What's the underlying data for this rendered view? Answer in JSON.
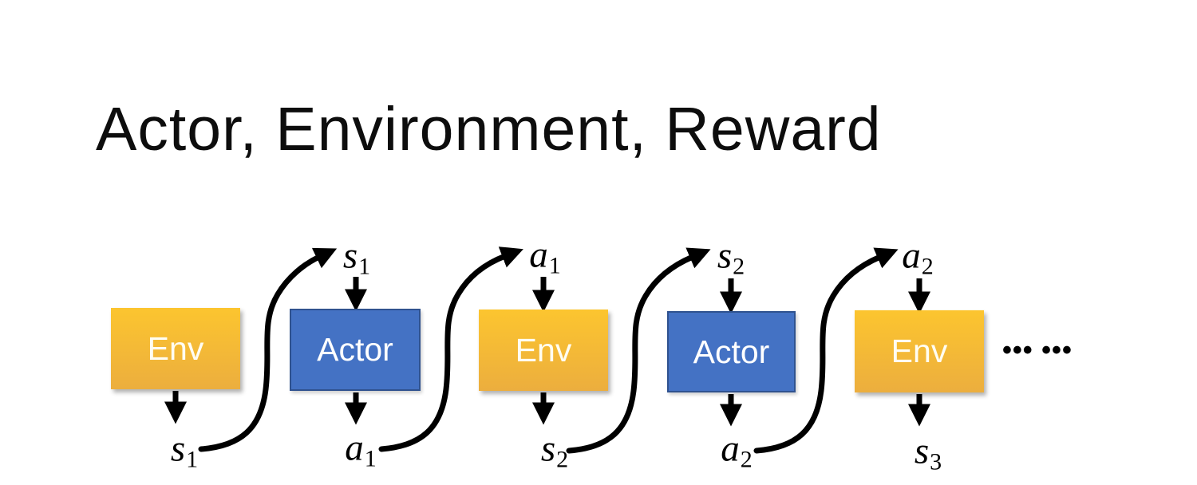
{
  "title": "Actor, Environment, Reward",
  "colors": {
    "env_top": "#FCC52F",
    "env_bottom": "#ECAE3E",
    "actor_fill": "#4472C4",
    "actor_border": "#2F528F",
    "arrow": "#000000"
  },
  "diagram": {
    "boxes": [
      {
        "label": "Env",
        "type": "env"
      },
      {
        "label": "Actor",
        "type": "actor"
      },
      {
        "label": "Env",
        "type": "env"
      },
      {
        "label": "Actor",
        "type": "actor"
      },
      {
        "label": "Env",
        "type": "env"
      }
    ],
    "top_labels": [
      {
        "base": "s",
        "sub": "1"
      },
      {
        "base": "a",
        "sub": "1"
      },
      {
        "base": "s",
        "sub": "2"
      },
      {
        "base": "a",
        "sub": "2"
      }
    ],
    "bottom_labels": [
      {
        "base": "s",
        "sub": "1"
      },
      {
        "base": "a",
        "sub": "1"
      },
      {
        "base": "s",
        "sub": "2"
      },
      {
        "base": "a",
        "sub": "2"
      },
      {
        "base": "s",
        "sub": "3"
      }
    ],
    "ellipsis": "••• •••"
  }
}
